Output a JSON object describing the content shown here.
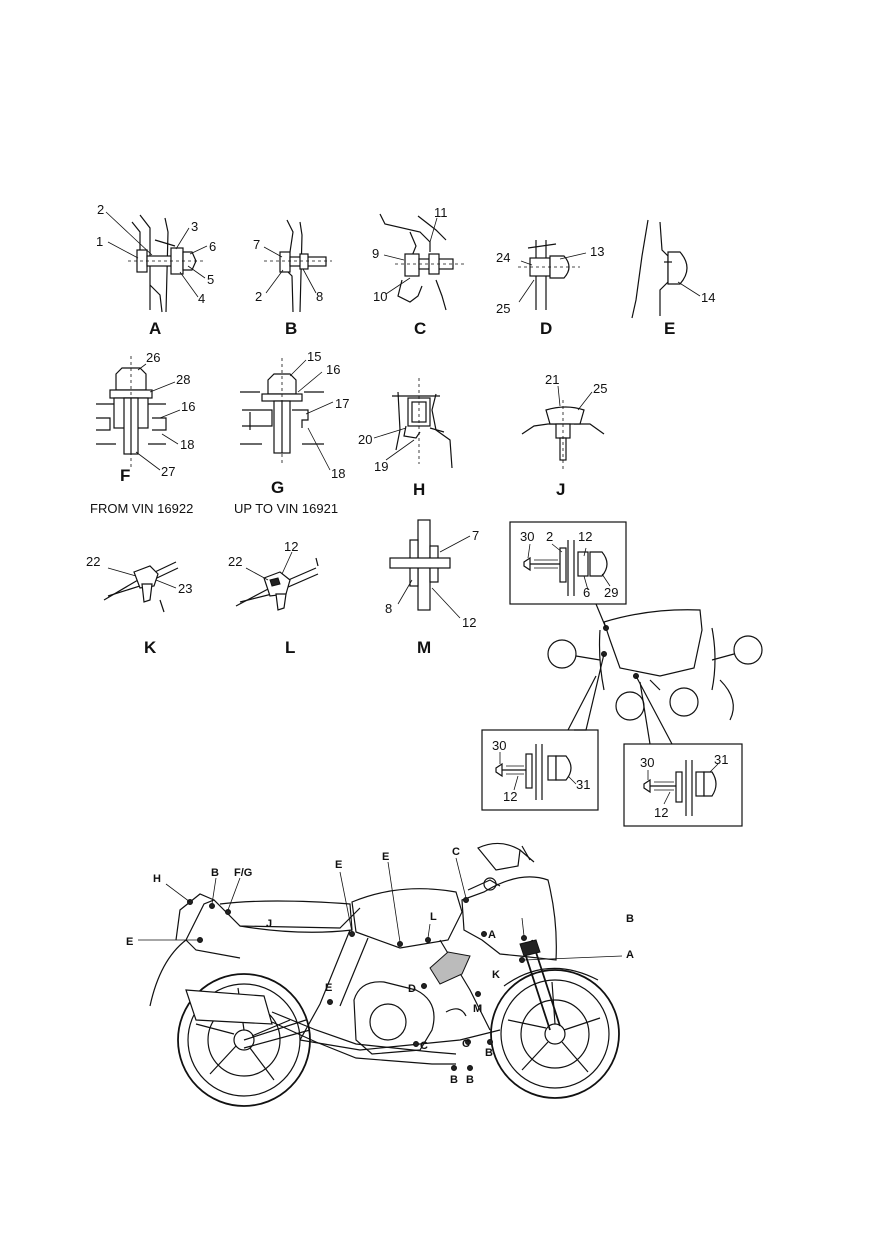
{
  "details": {
    "A": {
      "letter": "A",
      "callouts": [
        "1",
        "2",
        "3",
        "6",
        "5",
        "4"
      ]
    },
    "B": {
      "letter": "B",
      "callouts": [
        "7",
        "2",
        "8"
      ]
    },
    "C": {
      "letter": "C",
      "callouts": [
        "11",
        "9",
        "10"
      ]
    },
    "D": {
      "letter": "D",
      "callouts": [
        "24",
        "13",
        "25"
      ]
    },
    "E": {
      "letter": "E",
      "callouts": [
        "14"
      ]
    },
    "F": {
      "letter": "F",
      "callouts": [
        "26",
        "28",
        "16",
        "18",
        "27"
      ],
      "caption": "FROM VIN 16922"
    },
    "G": {
      "letter": "G",
      "callouts": [
        "15",
        "16",
        "17",
        "18"
      ],
      "caption": "UP TO VIN 16921"
    },
    "H": {
      "letter": "H",
      "callouts": [
        "20",
        "19"
      ]
    },
    "J": {
      "letter": "J",
      "callouts": [
        "21",
        "25"
      ]
    },
    "K": {
      "letter": "K",
      "callouts": [
        "22",
        "23"
      ]
    },
    "L": {
      "letter": "L",
      "callouts": [
        "22",
        "12"
      ]
    },
    "M": {
      "letter": "M",
      "callouts": [
        "7",
        "8",
        "12"
      ]
    }
  },
  "screen_mount": {
    "top_box": [
      "30",
      "2",
      "12",
      "6",
      "29"
    ],
    "left_box": [
      "30",
      "12",
      "31"
    ],
    "right_box": [
      "30",
      "31",
      "12"
    ]
  },
  "bike_locations": [
    "H",
    "B",
    "F/G",
    "E",
    "E",
    "C",
    "B",
    "E",
    "J",
    "L",
    "A",
    "A",
    "K",
    "E",
    "D",
    "M",
    "C",
    "C",
    "B",
    "B",
    "B"
  ]
}
